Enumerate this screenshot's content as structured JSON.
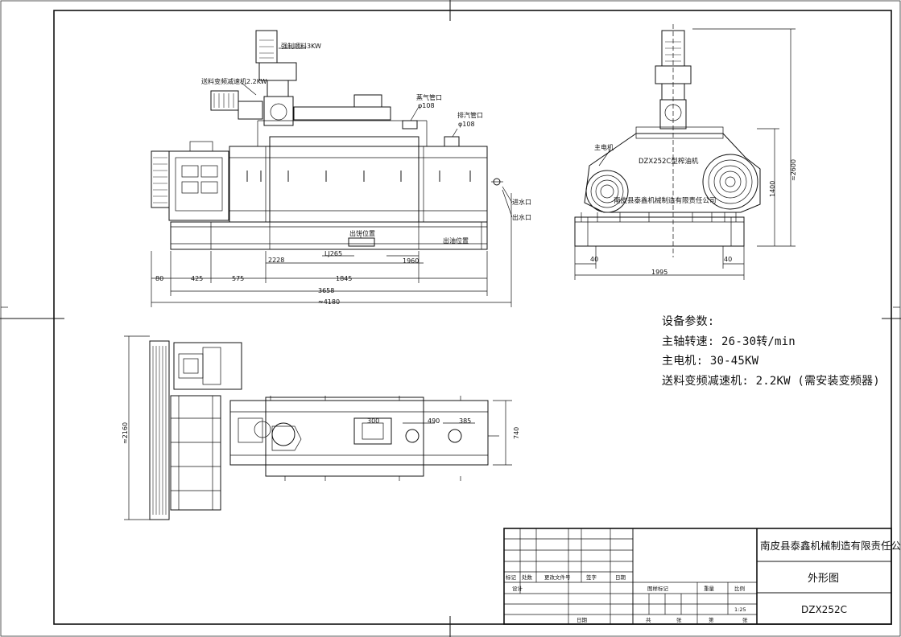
{
  "labels": {
    "motor_top": "强制喂料3KW",
    "feed_motor": "送料变频减速机2.2KW",
    "steam_inlet": "蒸气管口",
    "steam_inlet_dia": "φ108",
    "exhaust_outlet": "排汽管口",
    "exhaust_outlet_dia": "φ108",
    "water_in": "进水口",
    "water_out": "出水口",
    "cake_position": "出饼位置",
    "oil_position": "出油位置",
    "main_motor": "主电机",
    "lj": "LJ265",
    "slot": "300",
    "model_plate": "DZX252C型榨油机",
    "company_plate": "南皮县泰鑫机械制造有限责任公司"
  },
  "dims": {
    "d80": "80",
    "d425": "425",
    "d575": "575",
    "d2228": "2228",
    "d1845": "1845",
    "d1960": "1960",
    "d3658": "3658",
    "d4180": "≈4180",
    "d40a": "40",
    "d40b": "40",
    "d1995": "1995",
    "d1400": "1400",
    "d2600": "≈2600",
    "d2160": "≈2160",
    "d490": "490",
    "d385": "385",
    "d740": "740"
  },
  "params": {
    "title": "设备参数:",
    "line1": "主轴转速: 26-30转/min",
    "line2": "主电机: 30-45KW",
    "line3": "送料变频减速机: 2.2KW (需安装变频器)"
  },
  "title_block": {
    "company": "南皮县泰鑫机械制造有限责任公司",
    "drawing_name": "外形图",
    "drawing_no": "DZX252C",
    "col_mark": "标记",
    "col_count": "处数",
    "col_doc": "更改文件号",
    "col_sign": "签字",
    "col_date": "日期",
    "design": "设计",
    "date2": "日期",
    "stage_mark": "图样标记",
    "weight": "重量",
    "scale": "比例",
    "scale_value": "1:25",
    "total": "共",
    "sheets": "张",
    "sheet_no": "第",
    "sheets2": "张"
  }
}
